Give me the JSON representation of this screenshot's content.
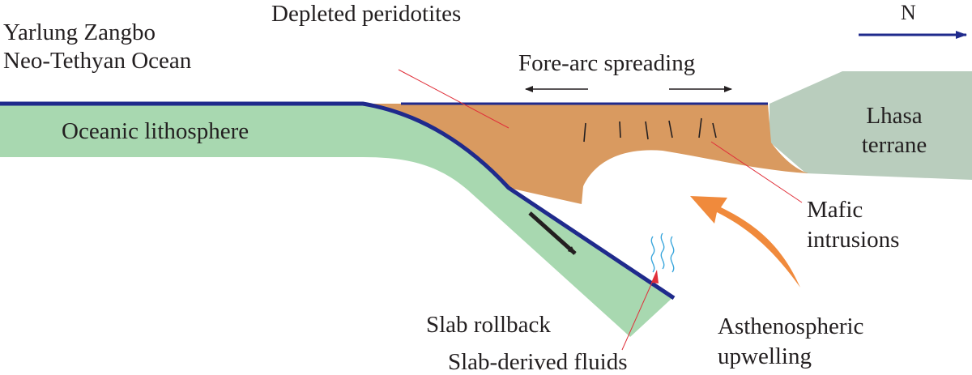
{
  "labels": {
    "ocean_line1": "Yarlung Zangbo",
    "ocean_line2": "Neo-Tethyan Ocean",
    "depleted_peridotites": "Depleted peridotites",
    "north": "N",
    "fore_arc_spreading": "Fore-arc spreading",
    "oceanic_lithosphere": "Oceanic lithosphere",
    "lhasa_line1": "Lhasa",
    "lhasa_line2": "terrane",
    "mafic_line1": "Mafic",
    "mafic_line2": "intrusions",
    "slab_rollback": "Slab rollback",
    "slab_fluids": "Slab-derived fluids",
    "astheno_line1": "Asthenospheric",
    "astheno_line2": "upwelling"
  },
  "colors": {
    "oceanic_lithosphere": "#a8d8b0",
    "peridotite": "#d99a60",
    "lhasa_terrane": "#b9cdbd",
    "plate_boundary": "#1f2a8c",
    "upwelling_arrow": "#f08a3c",
    "leader_line": "#e0303a",
    "fluid_wisps": "#3aa6dc",
    "text": "#231f20"
  }
}
